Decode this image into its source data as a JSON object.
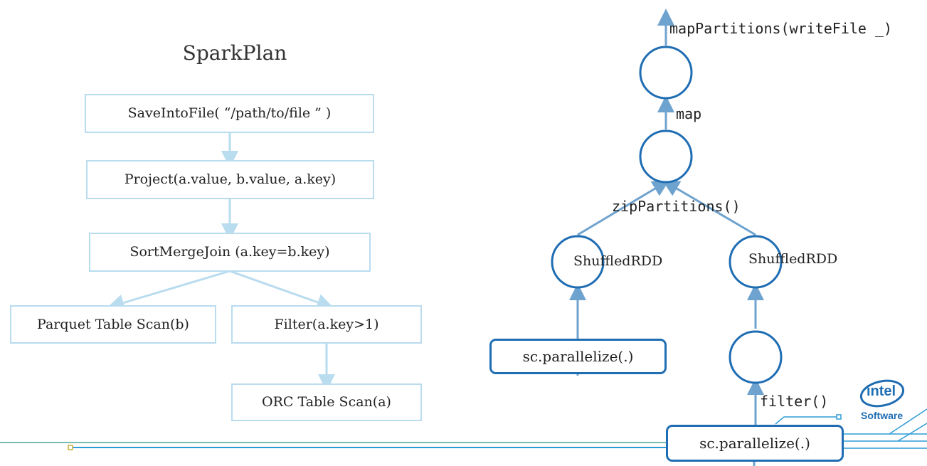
{
  "title": "SparkPlan",
  "plan": {
    "save": "SaveIntoFile( “/path/to/file ” )",
    "project": "Project(a.value, b.value, a.key)",
    "join": "SortMergeJoin (a.key=b.key)",
    "parquet": "Parquet Table Scan(b)",
    "filter": "Filter(a.key>1)",
    "orc": "ORC Table Scan(a)"
  },
  "rdd": {
    "map_partitions": "mapPartitions(writeFile _)",
    "map": "map",
    "zip_partitions": "zipPartitions()",
    "shuffled_left": "ShuffledRDD",
    "shuffled_right": "ShuffledRDD",
    "parallelize_left": "sc.parallelize(.)",
    "filter": "filter()",
    "parallelize_right": "sc.parallelize(.)"
  },
  "logo": {
    "brand": "intel",
    "product": "Software"
  },
  "colors": {
    "plan_box_border": "#b9dcef",
    "rdd_stroke": "#1f6db3",
    "rdd_arrow": "#6fa3cf"
  }
}
